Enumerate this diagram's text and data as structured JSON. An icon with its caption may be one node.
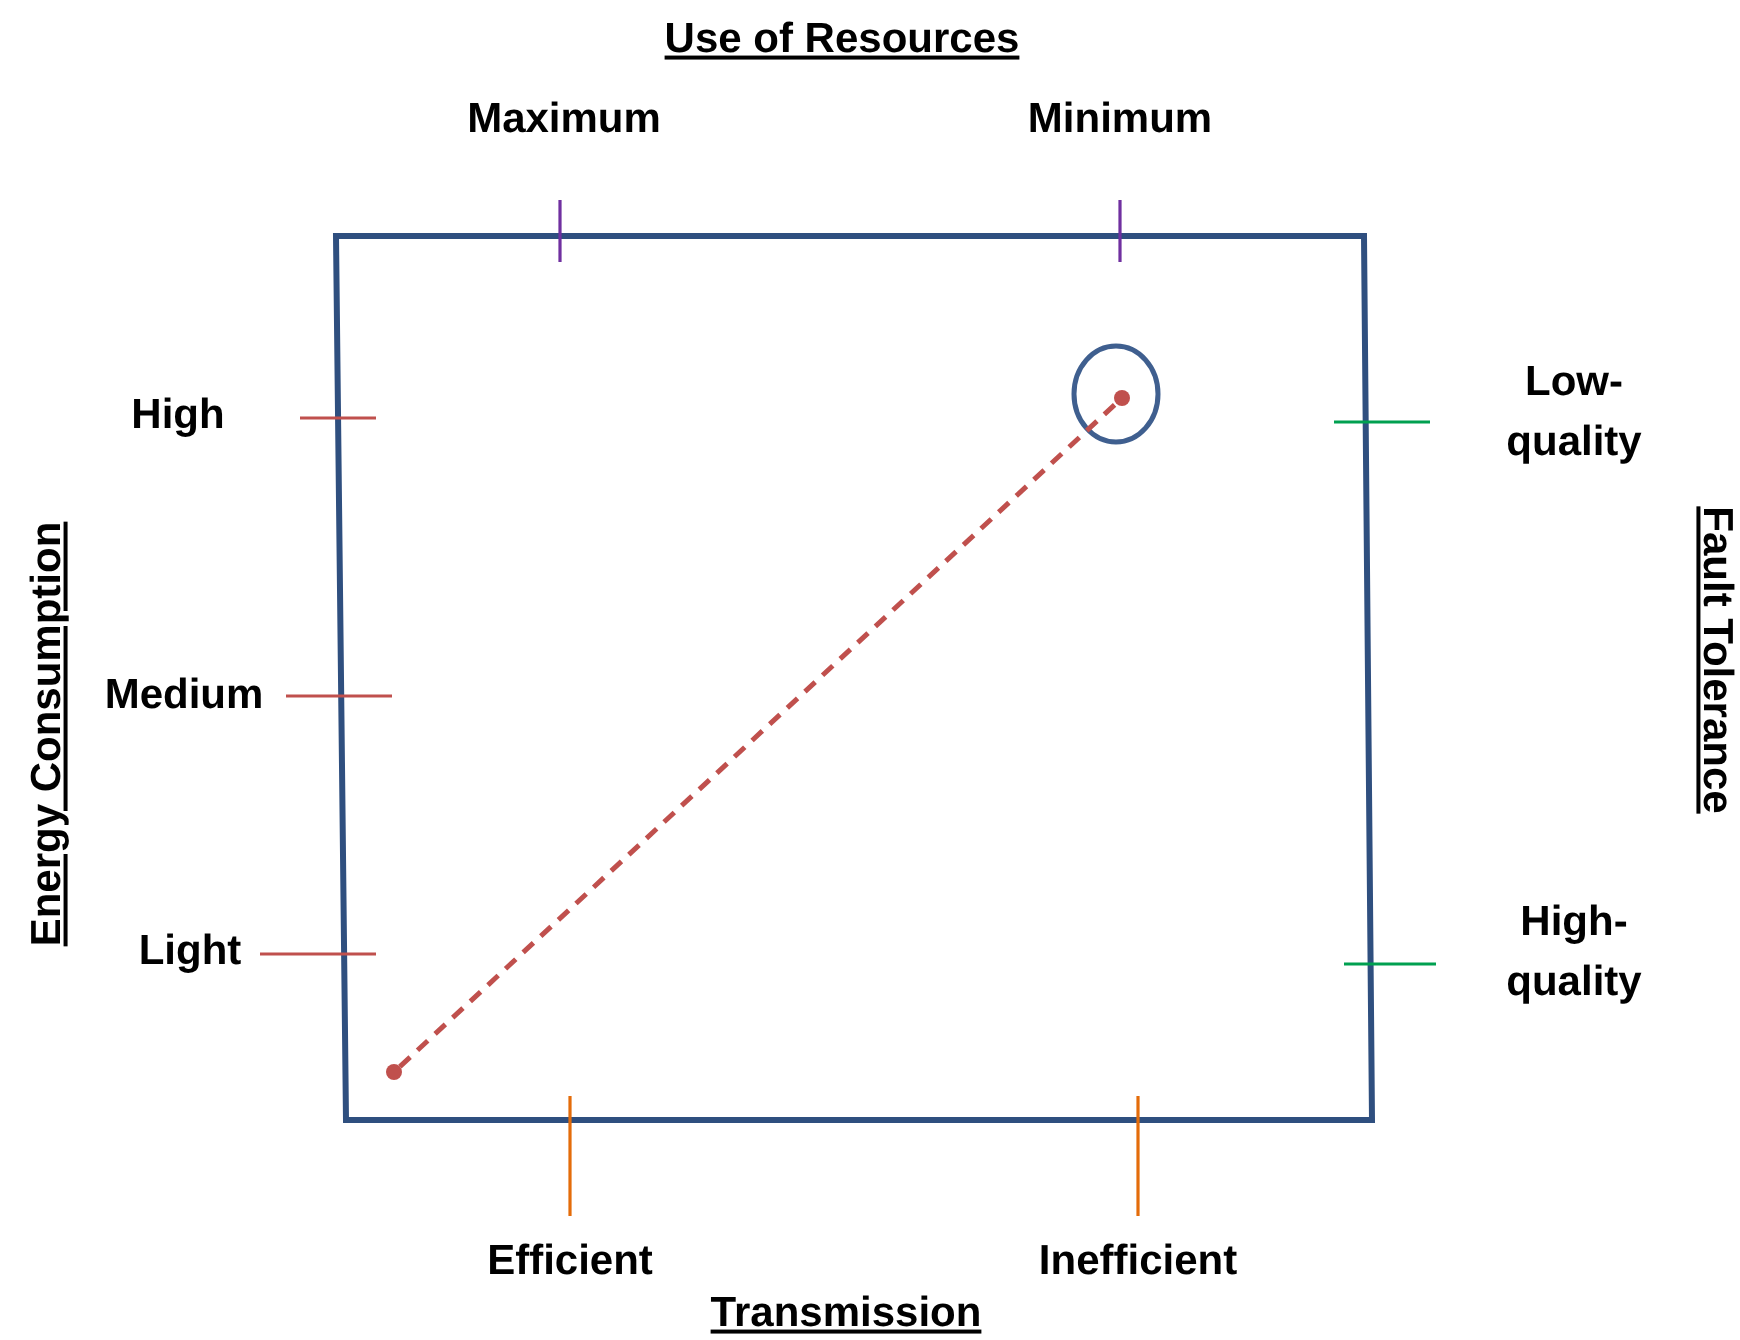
{
  "diagram": {
    "nodes": [
      {
        "text": [],
        "shape": "circle"
      },
      {
        "text": [],
        "shape": "circle"
      }
    ],
    "edges": [
      {
        "from": 0,
        "to": 1,
        "arrow": "none",
        "style": "dashed",
        "color": "#c0504d"
      }
    ],
    "labels": [
      "Use of Resources",
      "Maximum",
      "Minimum",
      "High",
      "Low- quality",
      "Medium",
      "Energy Consumption",
      "Fault Tolerance",
      "Light",
      "High- quality",
      "Efficient",
      "Inefficient",
      "Transmission"
    ]
  }
}
